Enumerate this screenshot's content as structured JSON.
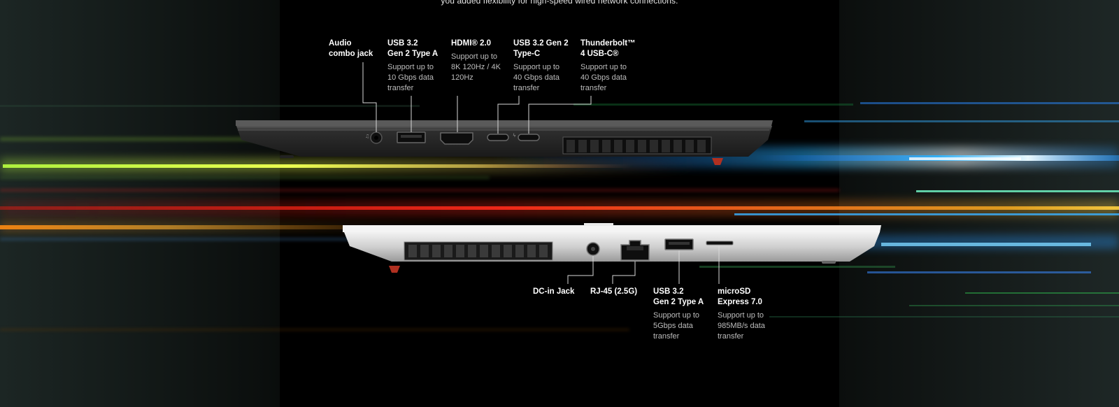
{
  "intro_text": "you added flexibility for high-speed wired network connections.",
  "colors": {
    "background": "#000000",
    "glow_lime": "#d6ff3a",
    "glow_red": "#ff2a1a",
    "glow_orange": "#ff9a1a",
    "glow_blue": "#2aa8ff",
    "glow_cyan": "#6ff0ff",
    "glow_green": "#5aff7a"
  },
  "left_side": {
    "device_color": "dark-gray",
    "ports": [
      {
        "title": "Audio\ncombo jack",
        "desc": "",
        "icon": "audio-jack-icon"
      },
      {
        "title": "USB 3.2\nGen 2 Type A",
        "desc": "Support up to\n10 Gbps data\ntransfer",
        "icon": "usb-a-port-icon"
      },
      {
        "title": "HDMI® 2.0",
        "desc": "Support up to\n8K 120Hz / 4K\n120Hz",
        "icon": "hdmi-port-icon"
      },
      {
        "title": "USB 3.2 Gen 2\n Type-C",
        "desc": "Support up to\n40 Gbps data\ntransfer",
        "icon": "usb-c-port-icon"
      },
      {
        "title": "Thunderbolt™\n4 USB-C®",
        "desc": "Support up to\n40 Gbps data\ntransfer",
        "icon": "thunderbolt-port-icon"
      }
    ]
  },
  "right_side": {
    "device_color": "silver",
    "ports": [
      {
        "title": "DC-in Jack",
        "desc": "",
        "icon": "dc-in-jack-icon"
      },
      {
        "title": "RJ-45 (2.5G)",
        "desc": "",
        "icon": "rj45-port-icon"
      },
      {
        "title": "USB 3.2\nGen 2 Type A",
        "desc": "Support up to\n5Gbps data\ntransfer",
        "icon": "usb-a-port-icon"
      },
      {
        "title": "microSD\nExpress 7.0",
        "desc": "Support up to\n985MB/s data\ntransfer",
        "icon": "microsd-slot-icon"
      }
    ]
  }
}
